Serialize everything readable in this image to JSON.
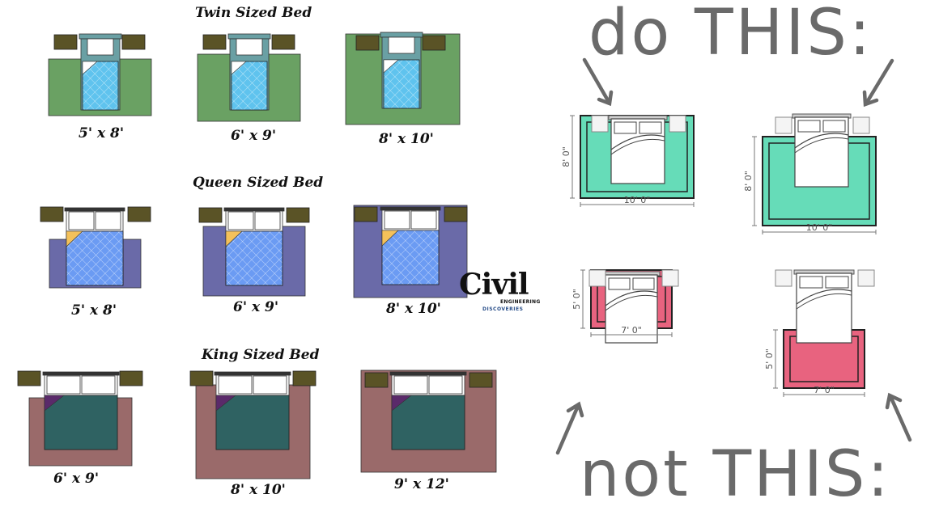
{
  "sections": [
    {
      "title": "Twin Sized Bed",
      "sizes": [
        "5' x 8'",
        "6' x 9'",
        "8' x 10'"
      ]
    },
    {
      "title": "Queen Sized Bed",
      "sizes": [
        "5' x 8'",
        "6' x 9'",
        "8' x 10'"
      ]
    },
    {
      "title": "King Sized Bed",
      "sizes": [
        "6' x 9'",
        "8' x 10'",
        "9' x 12'"
      ]
    }
  ],
  "colors": {
    "twin_rug": "#6aa163",
    "twin_blanket": "#5fc3ee",
    "twin_headboard": "#6aa0a4",
    "queen_rug": "#6a6aa8",
    "queen_blanket": "#6b9bf3",
    "queen_fold": "#f4c15a",
    "king_rug": "#9a6a6a",
    "king_blanket": "#2f6262",
    "king_fold": "#5a2a6a",
    "nightstand": "#5a5326",
    "good_rug": "#66dcb8",
    "bad_rug": "#e8637f",
    "big_text": "#6a6a6a"
  },
  "logo": {
    "main": "Civil",
    "sub1": "ENGINEERING",
    "sub2": "DISCOVERIES"
  },
  "do_label": "do THIS:",
  "not_label": "not THIS:",
  "examples": [
    {
      "kind": "do",
      "vertical": "8' 0\"",
      "horizontal": "10' 0\""
    },
    {
      "kind": "do",
      "vertical": "8' 0\"",
      "horizontal": "10' 0\""
    },
    {
      "kind": "not",
      "vertical": "5' 0\"",
      "horizontal": "7' 0\""
    },
    {
      "kind": "not",
      "vertical": "5' 0\"",
      "horizontal": "7' 0\""
    }
  ]
}
